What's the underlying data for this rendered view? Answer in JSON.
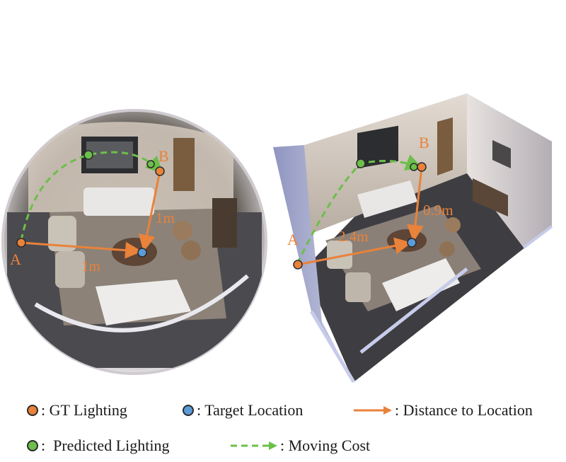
{
  "colors": {
    "gt_lighting": "#e9823a",
    "target_location": "#5a9bd8",
    "predicted_lighting": "#6cbf4a",
    "distance_arrow": "#e9823a",
    "moving_cost": "#6cbf4a"
  },
  "panorama": {
    "point_a": "A",
    "point_b": "B",
    "dist_a": "1m",
    "dist_b": "1m"
  },
  "room3d": {
    "point_a": "A",
    "point_b": "B",
    "dist_a": "2.4m",
    "dist_b": "0.9m"
  },
  "legend": {
    "gt_lighting": ": GT Lighting",
    "target_location": ": Target Location",
    "distance": ": Distance to Location",
    "predicted_lighting": ":  Predicted Lighting",
    "moving_cost": ": Moving Cost"
  }
}
